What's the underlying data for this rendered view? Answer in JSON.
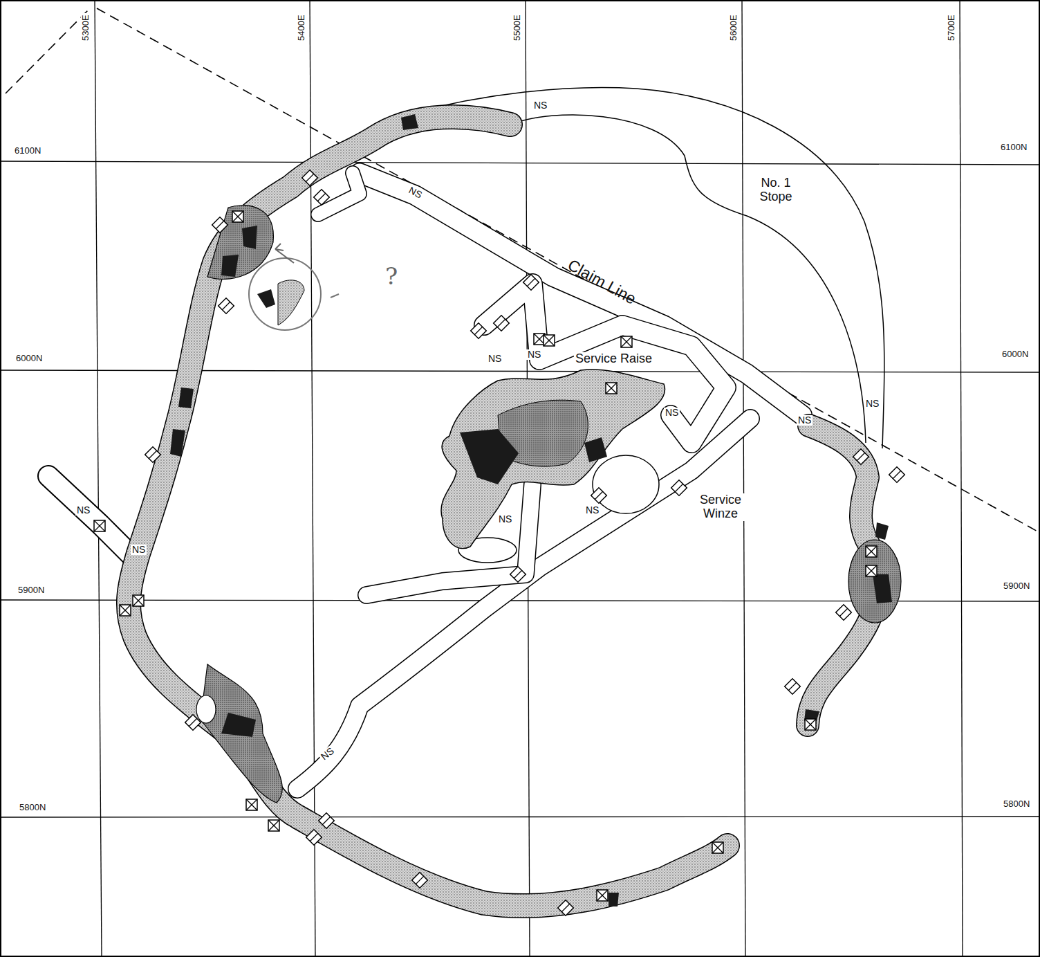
{
  "diagram": {
    "labels": [
      "5300E",
      "5400E",
      "5500E",
      "5600E",
      "5700E",
      "6100N",
      "6100N",
      "6000N",
      "6000N",
      "5900N",
      "5900N",
      "5800N",
      "5800N",
      "NS",
      "NS",
      "NS",
      "NS",
      "NS",
      "NS",
      "NS",
      "NS",
      "NS",
      "NS",
      "NS",
      "NS",
      "No. 1 Stope",
      "Claim Line",
      "Service Raise",
      "Service Winze",
      "?"
    ]
  }
}
